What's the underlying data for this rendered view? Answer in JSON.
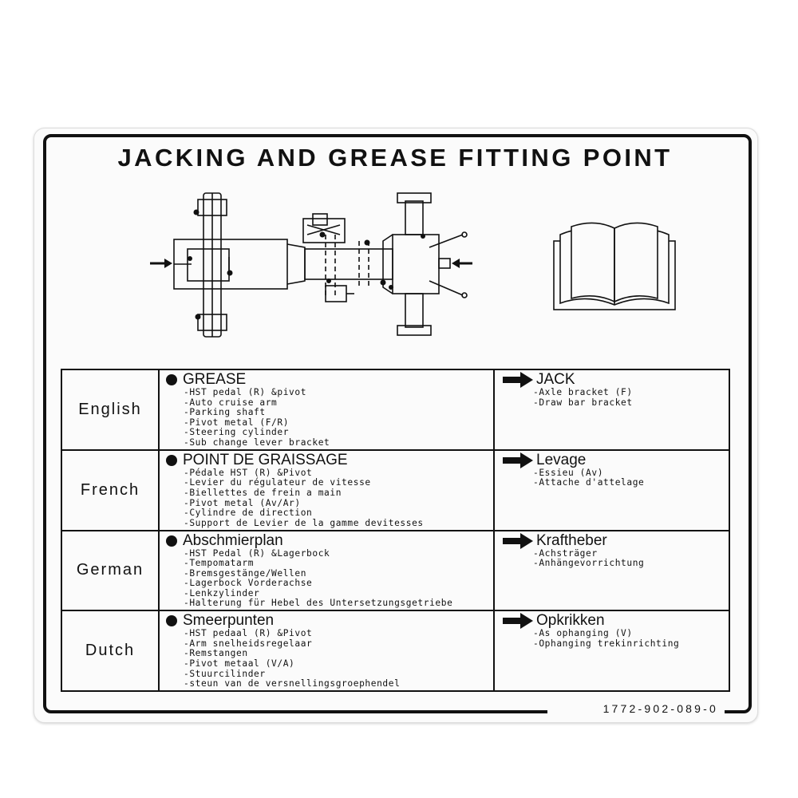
{
  "title": "JACKING AND GREASE FITTING POINT",
  "part_number": "1772-902-089-0",
  "rows": [
    {
      "language": "English",
      "grease_heading": "GREASE",
      "grease_items": [
        "-HST pedal (R) &pivot",
        "-Auto cruise arm",
        "-Parking shaft",
        "-Pivot metal (F/R)",
        "-Steering cylinder",
        "-Sub change lever bracket"
      ],
      "jack_heading": "JACK",
      "jack_items": [
        "-Axle bracket (F)",
        "-Draw bar bracket"
      ]
    },
    {
      "language": "French",
      "grease_heading": "POINT DE GRAISSAGE",
      "grease_items": [
        "-Pédale HST (R) &Pivot",
        "-Levier du régulateur de vitesse",
        "-Biellettes de frein a main",
        "-Pivot metal (Av/Ar)",
        "-Cylindre de direction",
        "-Support de Levier de la gamme devitesses"
      ],
      "jack_heading": "Levage",
      "jack_items": [
        "-Essieu (Av)",
        "-Attache d'attelage"
      ]
    },
    {
      "language": "German",
      "grease_heading": "Abschmierplan",
      "grease_items": [
        "-HST Pedal (R) &Lagerbock",
        "-Tempomatarm",
        "-Bremsgestänge/Wellen",
        "-Lagerbock Vorderachse",
        "-Lenkzylinder",
        "-Halterung für Hebel des Untersetzungsgetriebe"
      ],
      "jack_heading": "Kraftheber",
      "jack_items": [
        "-Achsträger",
        "-Anhängevorrichtung"
      ]
    },
    {
      "language": "Dutch",
      "grease_heading": "Smeerpunten",
      "grease_items": [
        "-HST pedaal (R) &Pivot",
        "-Arm snelheidsregelaar",
        "-Remstangen",
        "-Pivot metaal (V/A)",
        "-Stuurcilinder",
        "-steun van de versnellingsgroephendel"
      ],
      "jack_heading": "Opkrikken",
      "jack_items": [
        "-As ophanging (V)",
        "-Ophanging trekinrichting"
      ]
    }
  ],
  "icons": {
    "diagram": "tractor-chassis-diagram",
    "manual": "open-book-icon",
    "grease": "grease-dot-icon",
    "jack": "jack-arrow-icon"
  }
}
